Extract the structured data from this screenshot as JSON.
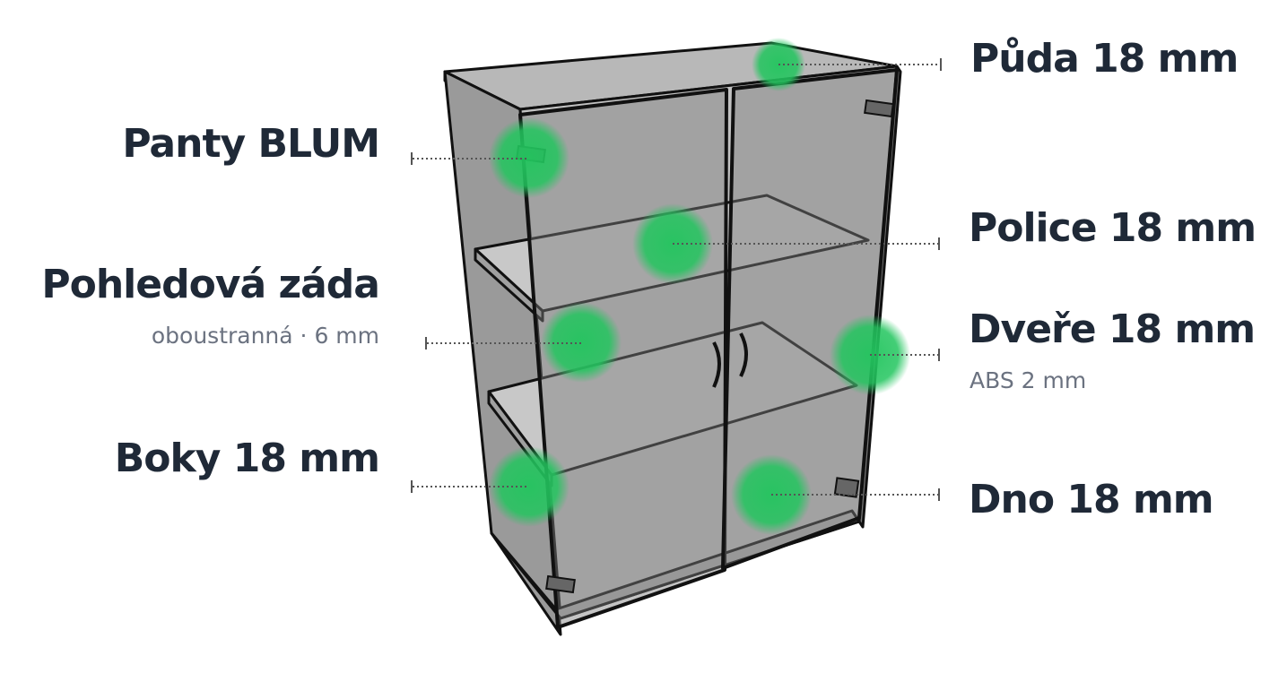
{
  "labels": {
    "puda": {
      "title": "Půda 18 mm"
    },
    "panty": {
      "title": "Panty BLUM"
    },
    "police": {
      "title": "Police 18 mm"
    },
    "zada": {
      "title": "Pohledová záda",
      "subtitle": "oboustranná · 6 mm"
    },
    "dvere": {
      "title": "Dveře 18 mm",
      "subtitle": "ABS 2 mm"
    },
    "boky": {
      "title": "Boky 18 mm"
    },
    "dno": {
      "title": "Dno 18 mm"
    }
  },
  "colors": {
    "text": "#1f2937",
    "subtext": "#6b7280",
    "accent_dot": "#22c55e",
    "cabinet_fill": "#a8a8a8",
    "cabinet_glass": "#8a8a8a",
    "shelf_fill": "#bdbdbd",
    "outline": "#111111",
    "leader": "#555555"
  },
  "icons": {
    "hinge": "hinge-icon",
    "handle": "door-handle-icon"
  }
}
